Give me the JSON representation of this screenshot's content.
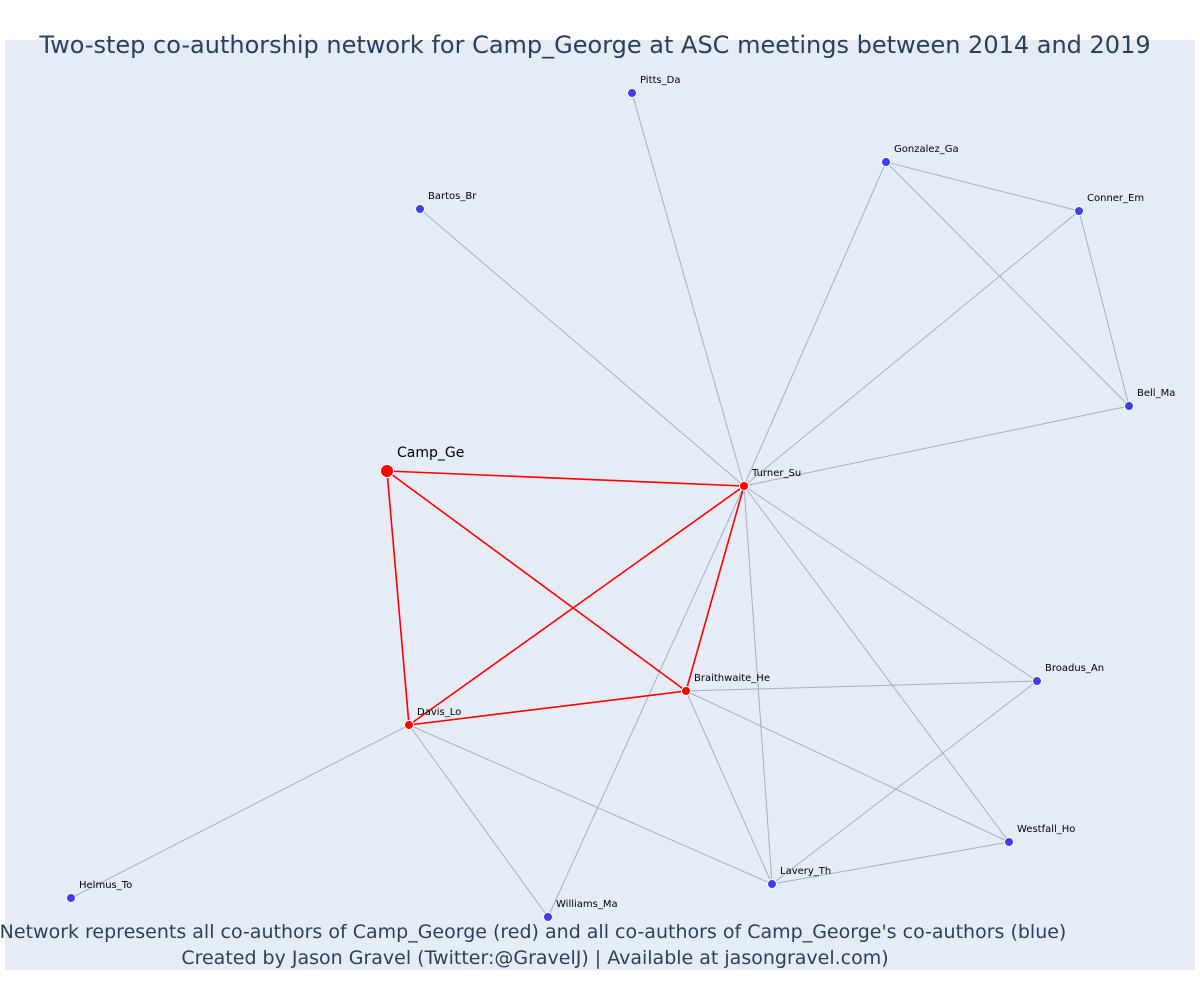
{
  "title": "Two-step co-authorship network for Camp_George at ASC meetings between 2014 and 2019",
  "caption_line1": "Network represents all co-authors of Camp_George (red) and all co-authors of Camp_George's co-authors (blue)",
  "caption_line2": "Created by Jason Gravel (Twitter:@GravelJ) | Available at jasongravel.com)",
  "colors": {
    "background": "#e5ecf6",
    "first_step": "#ff0000",
    "second_step": "#3f3fef",
    "edge_blue": "#a9adc4",
    "edge_red": "#ff0000"
  },
  "nodes": [
    {
      "id": "Camp_Ge",
      "label": "Camp_Ge",
      "group": "focal"
    },
    {
      "id": "Turner_Su",
      "label": "Turner_Su",
      "group": "red"
    },
    {
      "id": "Braithwaite_He",
      "label": "Braithwaite_He",
      "group": "red"
    },
    {
      "id": "Davis_Lo",
      "label": "Davis_Lo",
      "group": "red"
    },
    {
      "id": "Pitts_Da",
      "label": "Pitts_Da",
      "group": "blue"
    },
    {
      "id": "Gonzalez_Ga",
      "label": "Gonzalez_Ga",
      "group": "blue"
    },
    {
      "id": "Conner_Em",
      "label": "Conner_Em",
      "group": "blue"
    },
    {
      "id": "Bartos_Br",
      "label": "Bartos_Br",
      "group": "blue"
    },
    {
      "id": "Bell_Ma",
      "label": "Bell_Ma",
      "group": "blue"
    },
    {
      "id": "Broadus_An",
      "label": "Broadus_An",
      "group": "blue"
    },
    {
      "id": "Westfall_Ho",
      "label": "Westfall_Ho",
      "group": "blue"
    },
    {
      "id": "Lavery_Th",
      "label": "Lavery_Th",
      "group": "blue"
    },
    {
      "id": "Williams_Ma",
      "label": "Williams_Ma",
      "group": "blue"
    },
    {
      "id": "Helmus_To",
      "label": "Helmus_To",
      "group": "blue"
    }
  ],
  "edges": [
    [
      "Camp_Ge",
      "Turner_Su",
      "red"
    ],
    [
      "Camp_Ge",
      "Braithwaite_He",
      "red"
    ],
    [
      "Camp_Ge",
      "Davis_Lo",
      "red"
    ],
    [
      "Turner_Su",
      "Davis_Lo",
      "red"
    ],
    [
      "Turner_Su",
      "Braithwaite_He",
      "red"
    ],
    [
      "Braithwaite_He",
      "Davis_Lo",
      "red"
    ],
    [
      "Turner_Su",
      "Pitts_Da",
      "blue"
    ],
    [
      "Turner_Su",
      "Bartos_Br",
      "blue"
    ],
    [
      "Turner_Su",
      "Gonzalez_Ga",
      "blue"
    ],
    [
      "Turner_Su",
      "Conner_Em",
      "blue"
    ],
    [
      "Turner_Su",
      "Bell_Ma",
      "blue"
    ],
    [
      "Turner_Su",
      "Broadus_An",
      "blue"
    ],
    [
      "Turner_Su",
      "Westfall_Ho",
      "blue"
    ],
    [
      "Turner_Su",
      "Lavery_Th",
      "blue"
    ],
    [
      "Turner_Su",
      "Williams_Ma",
      "blue"
    ],
    [
      "Gonzalez_Ga",
      "Conner_Em",
      "blue"
    ],
    [
      "Gonzalez_Ga",
      "Bell_Ma",
      "blue"
    ],
    [
      "Conner_Em",
      "Bell_Ma",
      "blue"
    ],
    [
      "Braithwaite_He",
      "Broadus_An",
      "blue"
    ],
    [
      "Braithwaite_He",
      "Westfall_Ho",
      "blue"
    ],
    [
      "Braithwaite_He",
      "Lavery_Th",
      "blue"
    ],
    [
      "Davis_Lo",
      "Helmus_To",
      "blue"
    ],
    [
      "Davis_Lo",
      "Williams_Ma",
      "blue"
    ],
    [
      "Davis_Lo",
      "Lavery_Th",
      "blue"
    ],
    [
      "Lavery_Th",
      "Broadus_An",
      "blue"
    ],
    [
      "Lavery_Th",
      "Westfall_Ho",
      "blue"
    ]
  ]
}
